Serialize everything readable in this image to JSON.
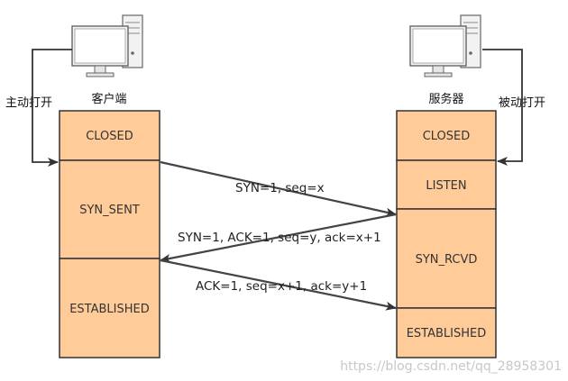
{
  "client": {
    "label": "客户端",
    "open_label": "主动打开",
    "states": [
      "CLOSED",
      "SYN_SENT",
      "ESTABLISHED"
    ]
  },
  "server": {
    "label": "服务器",
    "open_label": "被动打开",
    "states": [
      "CLOSED",
      "LISTEN",
      "SYN_RCVD",
      "ESTABLISHED"
    ]
  },
  "messages": [
    "SYN=1, seq=x",
    "SYN=1, ACK=1, seq=y, ack=x+1",
    "ACK=1, seq=x+1, ack=y+1"
  ],
  "watermark": "https://blog.csdn.net/qq_28958301",
  "colors": {
    "state_fill": "#FFCC99",
    "state_stroke": "#333333",
    "arrow": "#444444",
    "monitor": "#666666"
  }
}
